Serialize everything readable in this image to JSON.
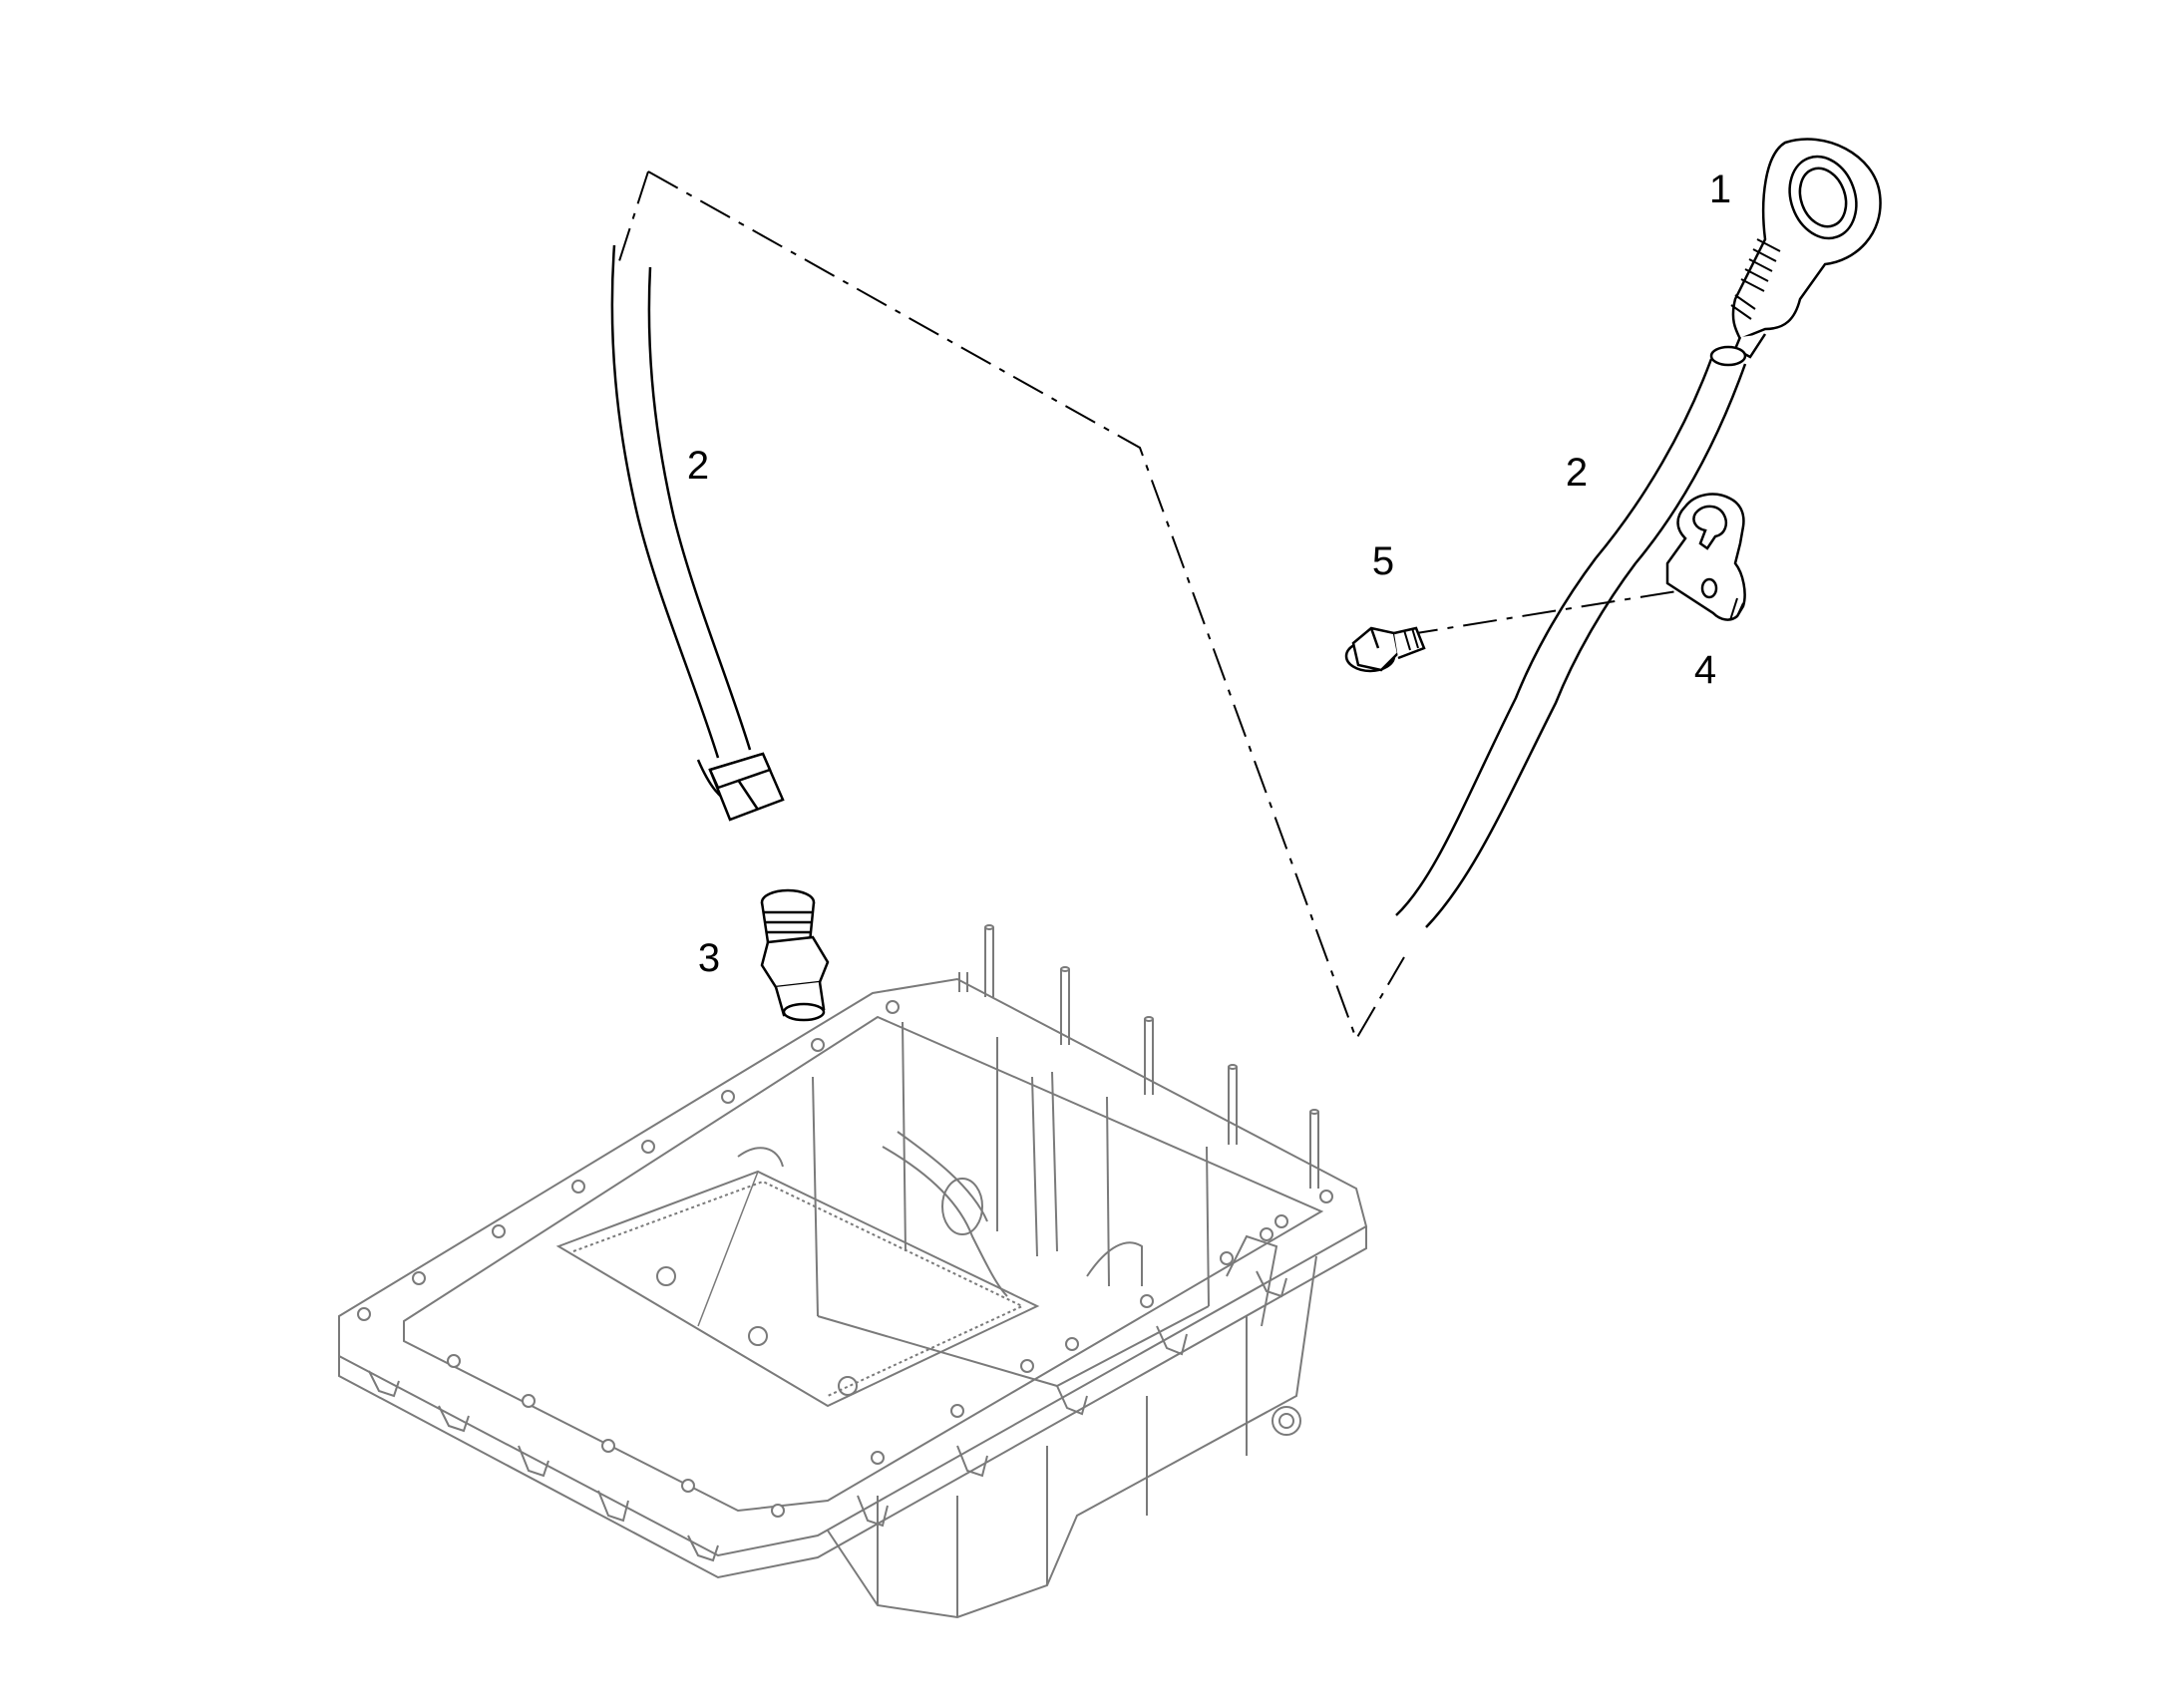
{
  "diagram": {
    "callouts": [
      {
        "id": "c1",
        "label": "1",
        "part": "dipstick-handle"
      },
      {
        "id": "c2a",
        "label": "2",
        "part": "dipstick-tube-lower"
      },
      {
        "id": "c2b",
        "label": "2",
        "part": "dipstick-tube-upper"
      },
      {
        "id": "c3",
        "label": "3",
        "part": "tube-fitting-adapter"
      },
      {
        "id": "c4",
        "label": "4",
        "part": "tube-bracket"
      },
      {
        "id": "c5",
        "label": "5",
        "part": "flange-bolt"
      }
    ]
  },
  "colors": {
    "line": "#000000",
    "pan_line": "#7a7a7a",
    "background": "#ffffff"
  }
}
